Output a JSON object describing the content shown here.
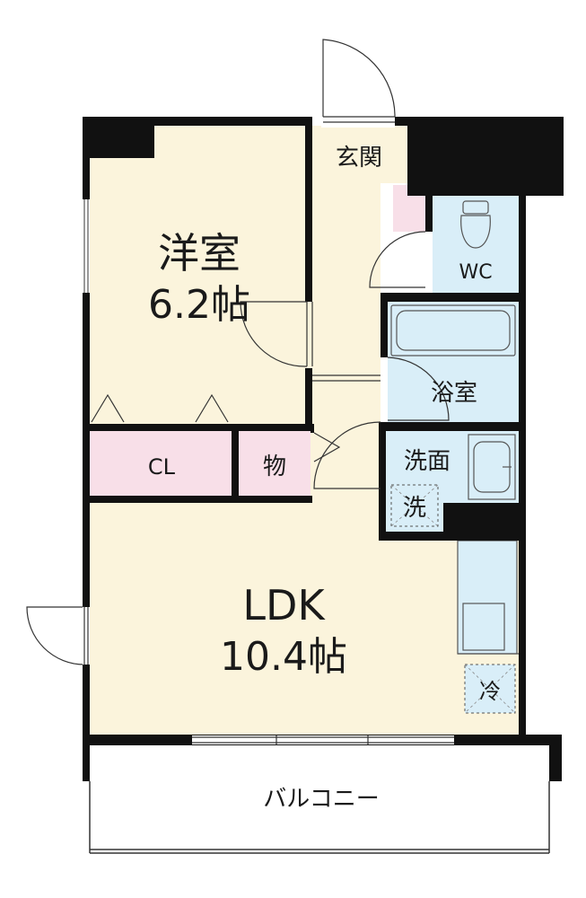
{
  "rooms": {
    "western": {
      "name": "洋室",
      "size": "6.2帖"
    },
    "ldk": {
      "name": "LDK",
      "size": "10.4帖"
    },
    "entrance": "玄関",
    "wc": "WC",
    "bath": "浴室",
    "washroom": "洗面",
    "closet": "CL",
    "storage": "物",
    "balcony": "バルコニー"
  },
  "fixtures": {
    "washer": "洗",
    "fridge": "冷"
  },
  "colors": {
    "room_fill": "#fbf4dc",
    "closet_fill": "#f8dfe8",
    "wet_area_fill": "#d9eef8",
    "wall": "#111111"
  }
}
